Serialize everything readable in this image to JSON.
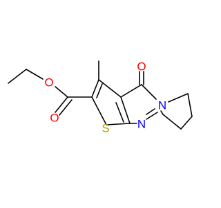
{
  "atoms": {
    "carbonyl_oxygen": {
      "symbol": "O",
      "color": "#ff0000"
    },
    "ester_carbonyl_oxygen": {
      "symbol": "O",
      "color": "#ff0000"
    },
    "ester_ether_oxygen": {
      "symbol": "O",
      "color": "#ff0000"
    },
    "ring_nitrogen_fused": {
      "symbol": "N",
      "color": "#0000ff"
    },
    "ring_nitrogen_imine": {
      "symbol": "N",
      "color": "#0000ff"
    },
    "thiophene_sulfur": {
      "symbol": "S",
      "color": "#b3a000"
    }
  },
  "bond_color": "#000000",
  "background": "#ffffff"
}
